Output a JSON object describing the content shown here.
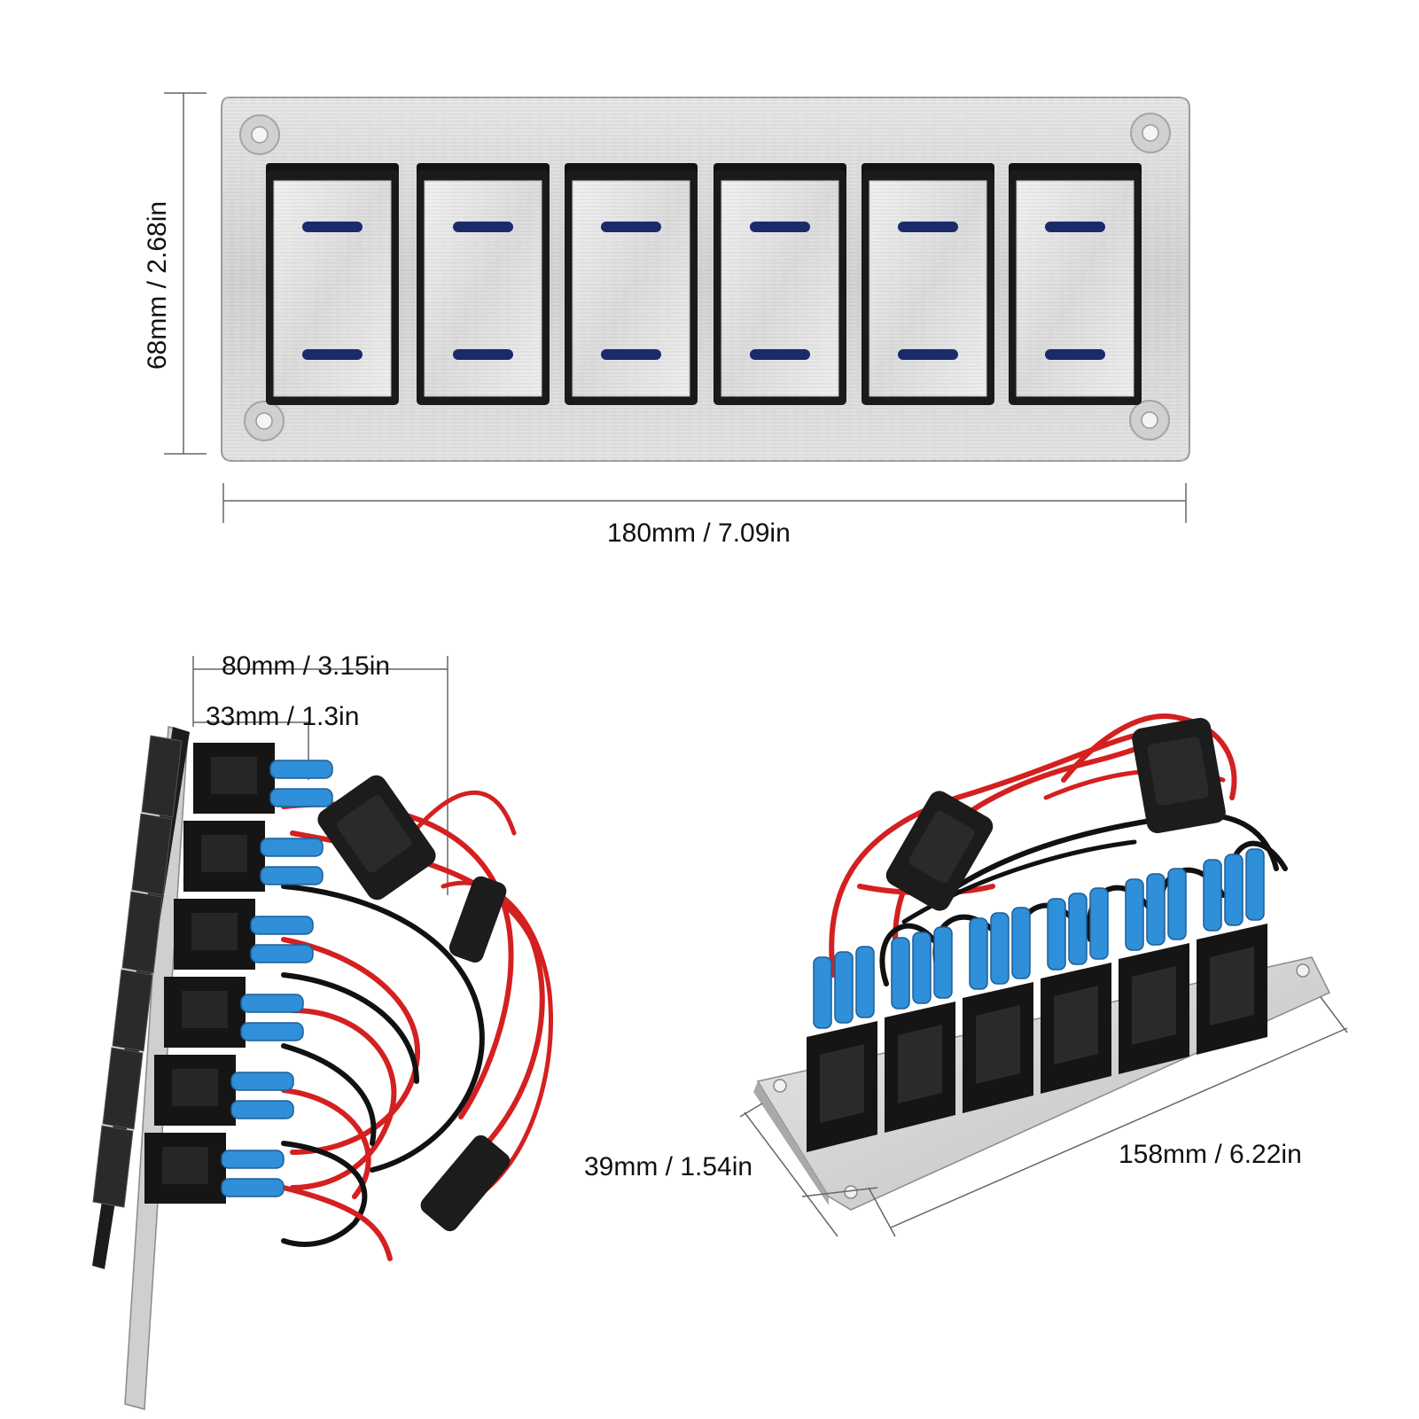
{
  "colors": {
    "plate": "#d9d9d9",
    "rocker": "#e4e4e4",
    "bezel": "#1a1a1a",
    "indicator": "#1a2a6a",
    "wire_red": "#d42020",
    "wire_black": "#111111",
    "terminal_blue": "#2f8fd8"
  },
  "dimensions": {
    "height": "68mm / 2.68in",
    "width": "180mm / 7.09in",
    "depth_total": "80mm / 3.15in",
    "depth_switch": "33mm / 1.3in",
    "panel_height_side": "39mm / 1.54in",
    "panel_length": "158mm / 6.22in"
  },
  "switches": [
    {
      "id": "switch-1"
    },
    {
      "id": "switch-2"
    },
    {
      "id": "switch-3"
    },
    {
      "id": "switch-4"
    },
    {
      "id": "switch-5"
    },
    {
      "id": "switch-6"
    }
  ]
}
